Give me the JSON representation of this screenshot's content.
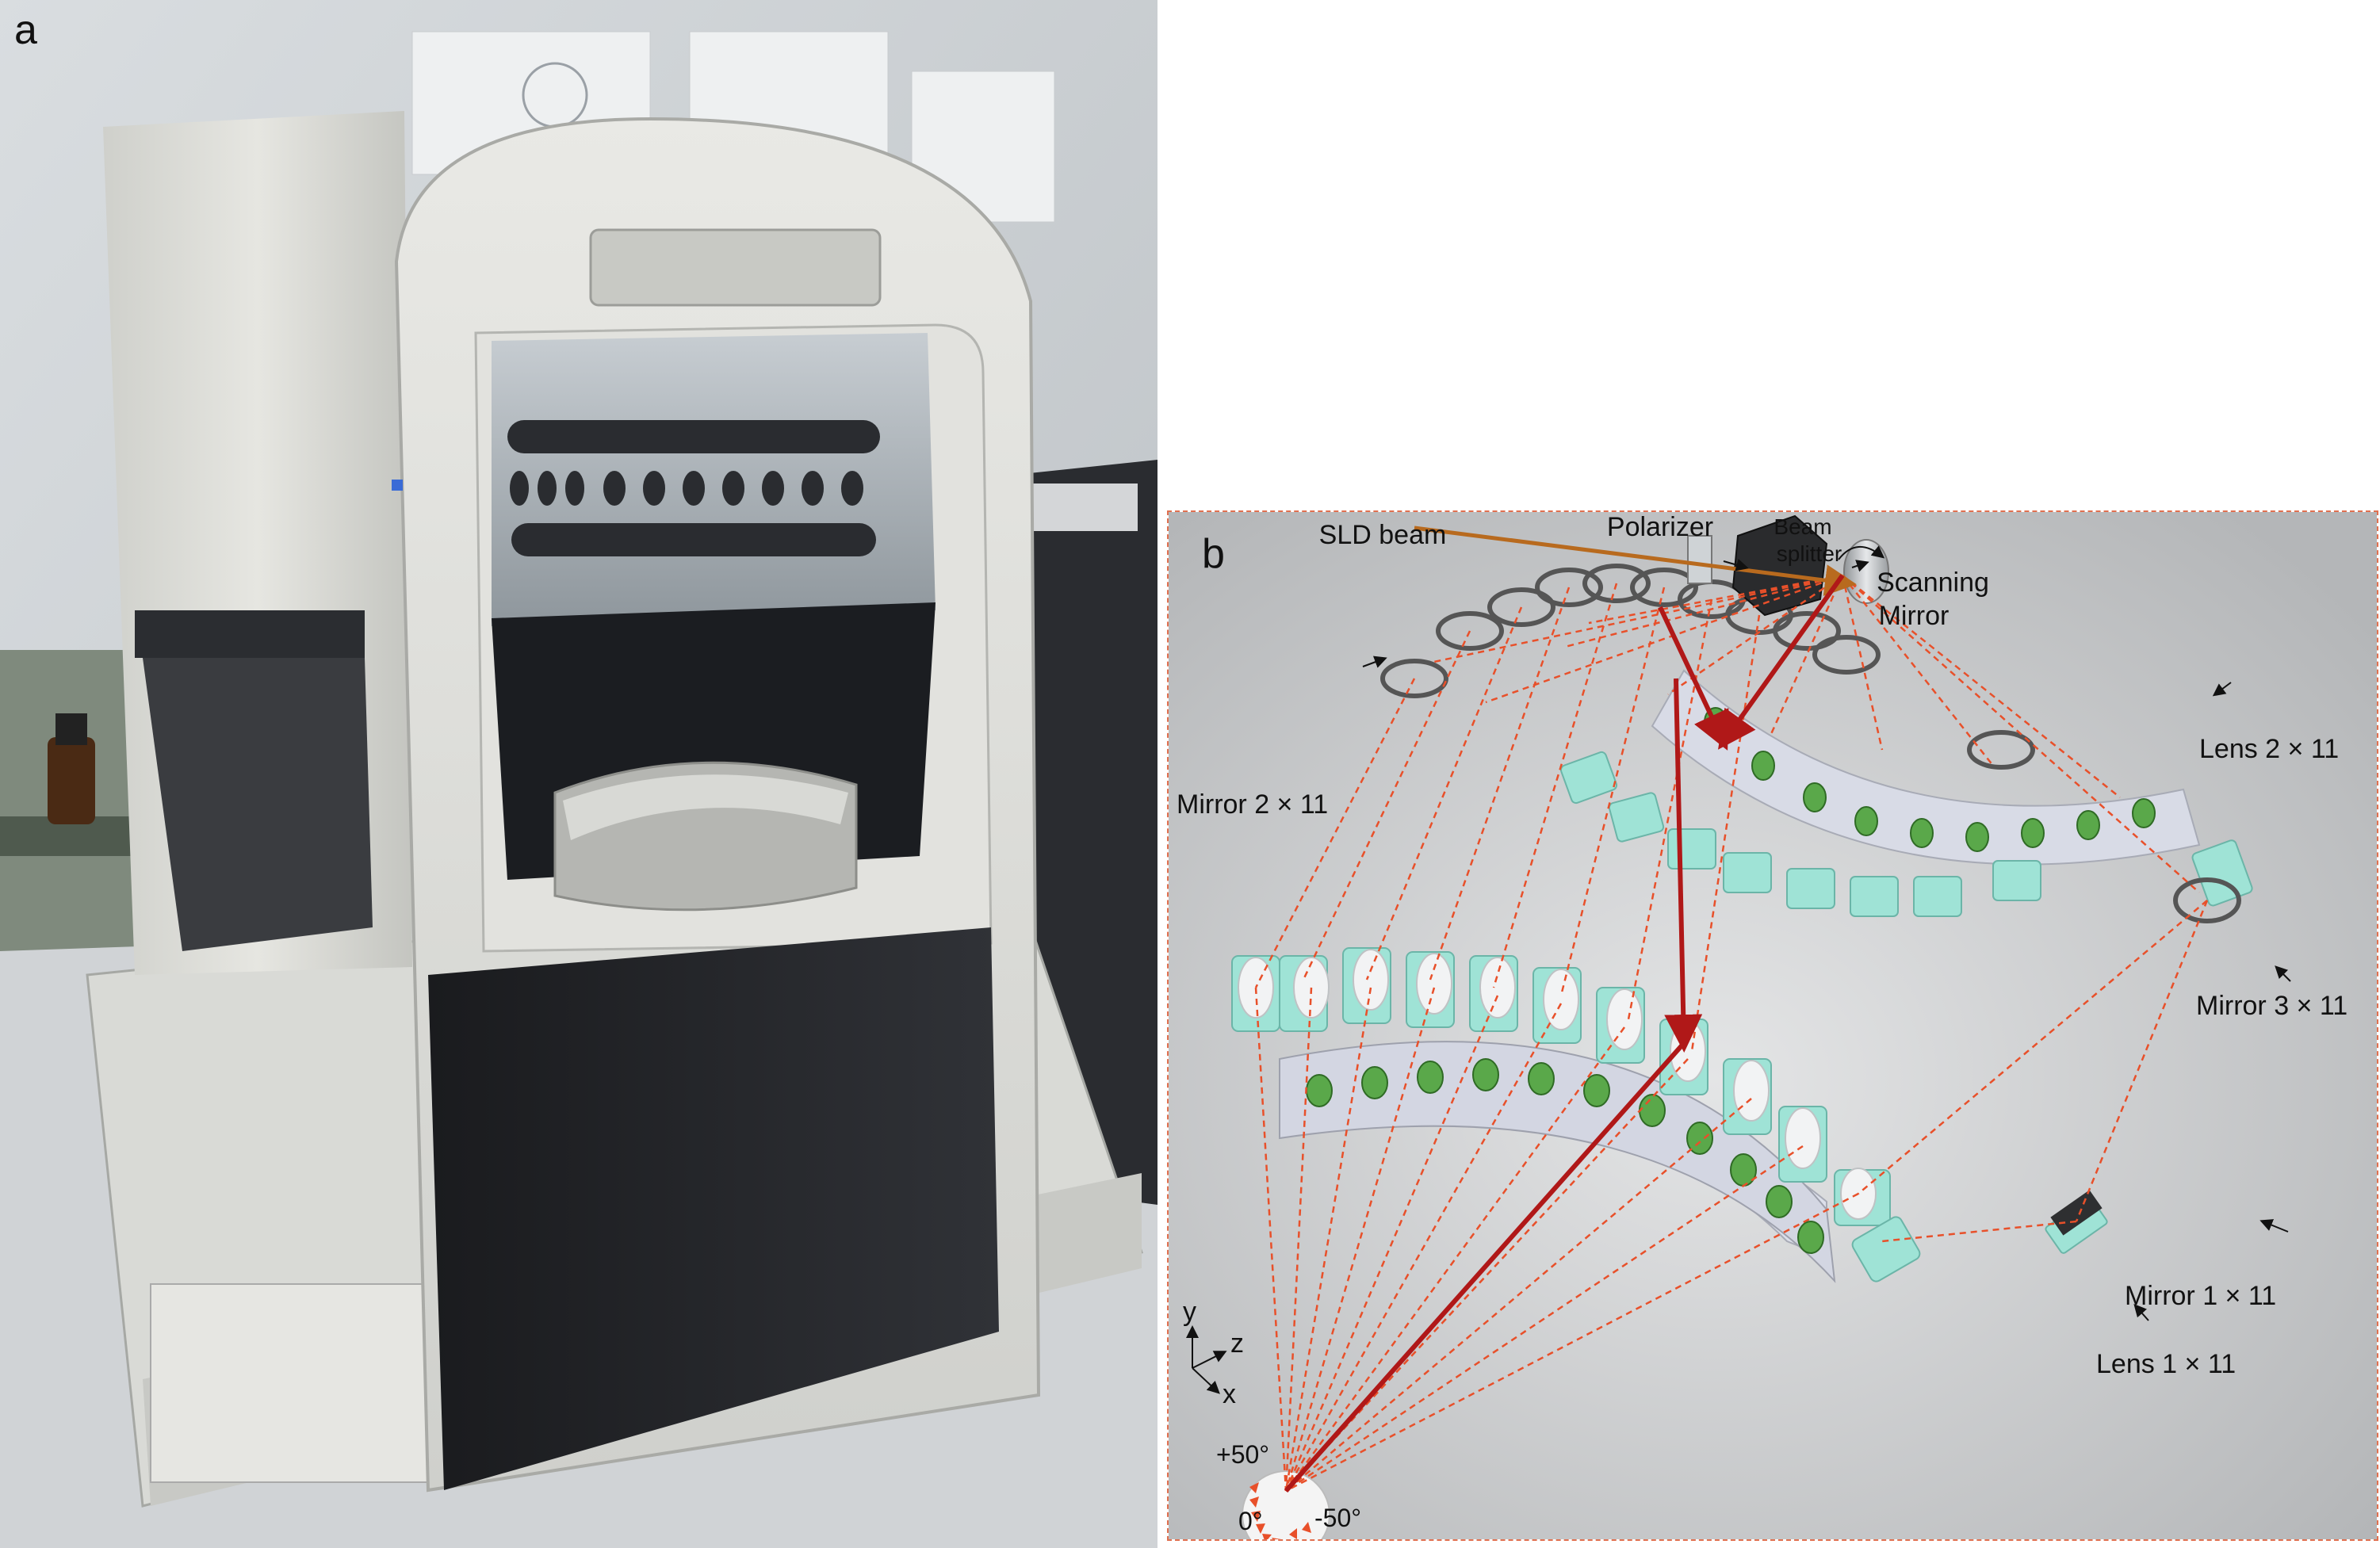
{
  "panels": {
    "a": {
      "label": "a"
    },
    "b": {
      "label": "b"
    }
  },
  "labels": {
    "sld_beam": "SLD beam",
    "polarizer": "Polarizer",
    "beam_splitter_line1": "Beam",
    "beam_splitter_line2": "splitter",
    "scanning_line1": "Scanning",
    "scanning_line2": "Mirror",
    "mirror2": "Mirror 2 × 11",
    "lens2": "Lens 2 × 11",
    "mirror3": "Mirror 3 × 11",
    "mirror1": "Mirror 1 × 11",
    "lens1": "Lens 1 × 11",
    "axis_y": "y",
    "axis_z": "z",
    "axis_x": "x",
    "angle_plus50": "+50°",
    "angle_zero": "0°",
    "angle_minus50": "-50°"
  },
  "colors": {
    "beam_path": "#e8502a",
    "main_ray": "#b01818",
    "sld_beam": "#b86a1e",
    "mount_cyan": "#9fe3d6",
    "lens_green": "#5aa84a"
  }
}
